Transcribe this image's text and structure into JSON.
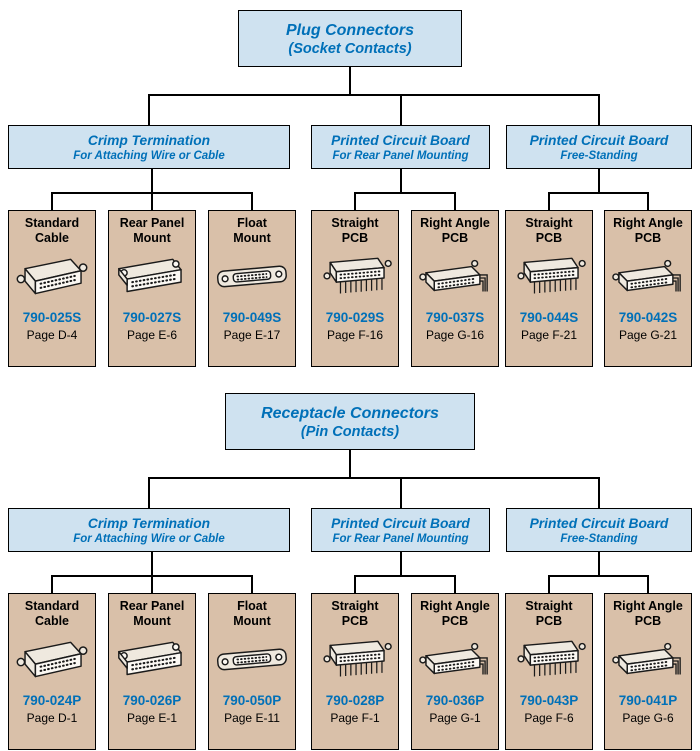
{
  "colors": {
    "box_fill_blue": "#cfe2f0",
    "card_fill_tan": "#d9c0a9",
    "accent_text_blue": "#0070b8",
    "line_black": "#000000"
  },
  "plug": {
    "root": {
      "line1": "Plug Connectors",
      "line2": "(Socket Contacts)"
    },
    "branches": [
      {
        "line1": "Crimp Termination",
        "line2": "For Attaching Wire or Cable"
      },
      {
        "line1": "Printed Circuit Board",
        "line2": "For Rear Panel Mounting"
      },
      {
        "line1": "Printed Circuit Board",
        "line2": "Free-Standing"
      }
    ],
    "cards": [
      {
        "title": "Standard\nCable",
        "part": "790-025S",
        "page": "Page D-4",
        "icon": "standard-cable"
      },
      {
        "title": "Rear Panel\nMount",
        "part": "790-027S",
        "page": "Page E-6",
        "icon": "rear-panel-mount"
      },
      {
        "title": "Float\nMount",
        "part": "790-049S",
        "page": "Page E-17",
        "icon": "float-mount"
      },
      {
        "title": "Straight\nPCB",
        "part": "790-029S",
        "page": "Page F-16",
        "icon": "straight-pcb"
      },
      {
        "title": "Right Angle\nPCB",
        "part": "790-037S",
        "page": "Page G-16",
        "icon": "right-angle-pcb"
      },
      {
        "title": "Straight\nPCB",
        "part": "790-044S",
        "page": "Page F-21",
        "icon": "straight-pcb"
      },
      {
        "title": "Right Angle\nPCB",
        "part": "790-042S",
        "page": "Page G-21",
        "icon": "right-angle-pcb"
      }
    ]
  },
  "receptacle": {
    "root": {
      "line1": "Receptacle Connectors",
      "line2": "(Pin Contacts)"
    },
    "branches": [
      {
        "line1": "Crimp Termination",
        "line2": "For Attaching Wire or Cable"
      },
      {
        "line1": "Printed Circuit Board",
        "line2": "For Rear Panel Mounting"
      },
      {
        "line1": "Printed Circuit Board",
        "line2": "Free-Standing"
      }
    ],
    "cards": [
      {
        "title": "Standard\nCable",
        "part": "790-024P",
        "page": "Page D-1",
        "icon": "standard-cable"
      },
      {
        "title": "Rear Panel\nMount",
        "part": "790-026P",
        "page": "Page E-1",
        "icon": "rear-panel-mount"
      },
      {
        "title": "Float\nMount",
        "part": "790-050P",
        "page": "Page E-11",
        "icon": "float-mount"
      },
      {
        "title": "Straight\nPCB",
        "part": "790-028P",
        "page": "Page F-1",
        "icon": "straight-pcb"
      },
      {
        "title": "Right Angle\nPCB",
        "part": "790-036P",
        "page": "Page G-1",
        "icon": "right-angle-pcb"
      },
      {
        "title": "Straight\nPCB",
        "part": "790-043P",
        "page": "Page F-6",
        "icon": "straight-pcb"
      },
      {
        "title": "Right Angle\nPCB",
        "part": "790-041P",
        "page": "Page G-6",
        "icon": "right-angle-pcb"
      }
    ]
  }
}
